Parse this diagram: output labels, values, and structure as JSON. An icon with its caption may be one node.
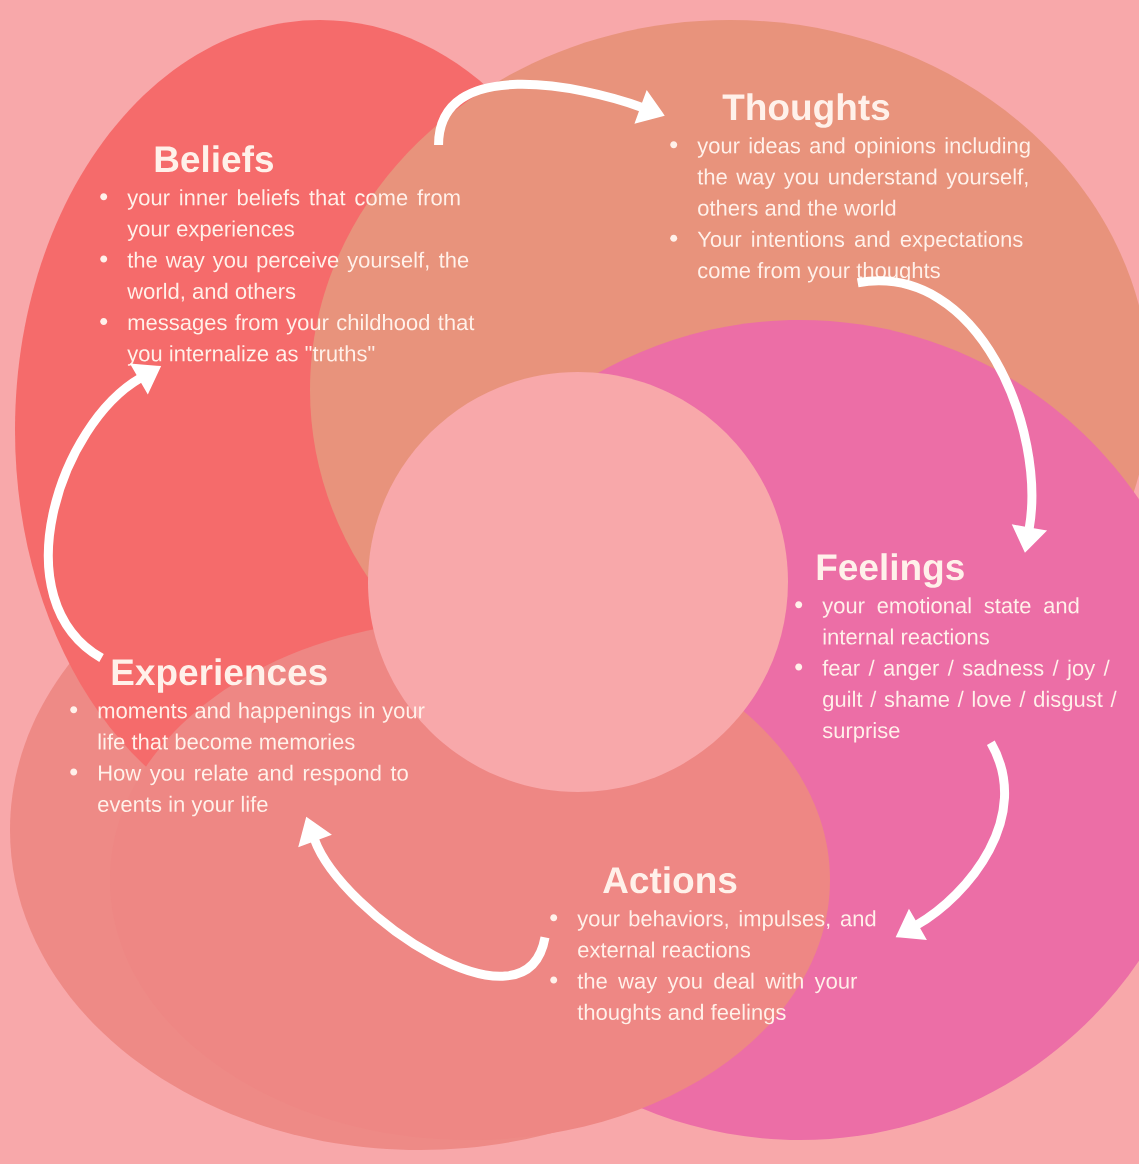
{
  "diagram": {
    "nodes": [
      {
        "text": [
          "Beliefs",
          "your inner beliefs that come from your experiences",
          "the way you perceive yourself, the world, and others",
          "messages from your childhood that you internalize as \"truths\""
        ]
      },
      {
        "text": [
          "Thoughts",
          "your ideas and opinions including the way you understand yourself, others and the world",
          "Your intentions and expectations come from your thoughts"
        ]
      },
      {
        "text": [
          "Feelings",
          "your emotional state and internal reactions",
          "fear / anger / sadness / joy / guilt / shame / love / disgust / surprise"
        ]
      },
      {
        "text": [
          "Experiences",
          "moments and happenings in your life that become memories",
          "How you relate and respond to events in your life"
        ]
      },
      {
        "text": [
          "Actions",
          "your behaviors, impulses, and external reactions",
          "the way you deal with your thoughts and feelings"
        ]
      }
    ],
    "edges": [
      {
        "from": 0,
        "to": 1,
        "arrow": "to"
      },
      {
        "from": 1,
        "to": 2,
        "arrow": "to"
      },
      {
        "from": 2,
        "to": 4,
        "arrow": "to"
      },
      {
        "from": 4,
        "to": 3,
        "arrow": "to"
      },
      {
        "from": 3,
        "to": 0,
        "arrow": "to"
      }
    ]
  }
}
